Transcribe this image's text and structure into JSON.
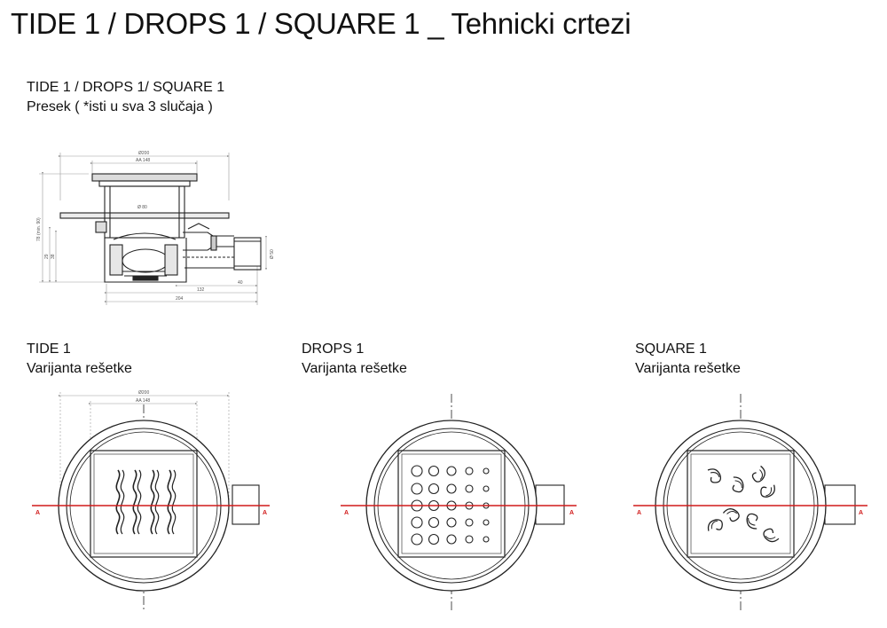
{
  "page": {
    "title": "TIDE 1 / DROPS 1 / SQUARE 1 _ Tehnicki crtezi"
  },
  "section": {
    "heading": "TIDE 1 / DROPS 1/ SQUARE 1",
    "subheading": "Presek ( *isti u sva 3 slučaja )",
    "dimensions": {
      "top_outer": "Ø200",
      "top_inner": "AA 148",
      "inner_bore": "Ø 80",
      "height_left": "78 (min. 90)",
      "height_a": "29",
      "height_b": "38",
      "outlet": "Ø 50",
      "dim_132": "132",
      "dim_204": "204",
      "dim_40": "40"
    }
  },
  "variants": [
    {
      "name": "TIDE 1",
      "label": "Varijanta rešetke",
      "dim_outer": "Ø200",
      "dim_inner": "AA 148",
      "section_mark": "A"
    },
    {
      "name": "DROPS 1",
      "label": "Varijanta rešetke",
      "section_mark": "A"
    },
    {
      "name": "SQUARE 1",
      "label": "Varijanta rešetke",
      "section_mark": "A"
    }
  ],
  "colors": {
    "line": "#222222",
    "dimension": "#888888",
    "section_line": "#d11a1a"
  }
}
